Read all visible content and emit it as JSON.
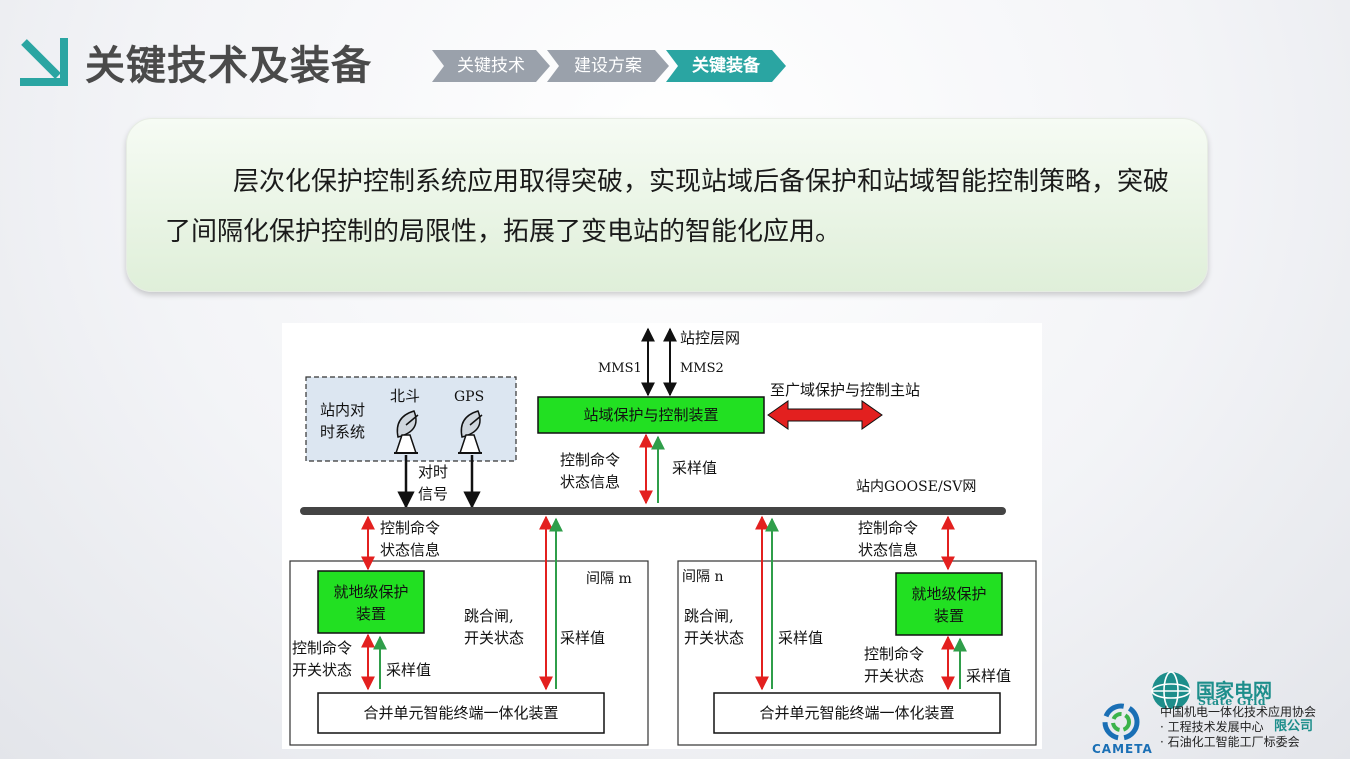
{
  "header": {
    "title": "关键技术及装备",
    "tabs": [
      {
        "label": "关键技术",
        "active": false
      },
      {
        "label": "建设方案",
        "active": false
      },
      {
        "label": "关键装备",
        "active": true
      }
    ]
  },
  "callout": {
    "text": "层次化保护控制系统应用取得突破，实现站域后备保护和站域智能控制策略，突破了间隔化保护控制的局限性，拓展了变电站的智能化应用。"
  },
  "diagram": {
    "station_net": "站控层网",
    "mms1": "MMS1",
    "mms2": "MMS2",
    "timing_system": [
      "站内对",
      "时系统"
    ],
    "beidou": "北斗",
    "gps": "GPS",
    "station_device": "站域保护与控制装置",
    "wide_area": "至广域保护与控制主站",
    "ctrl_cmd": "控制命令",
    "status_info": "状态信息",
    "sample_value": "采样值",
    "timing_signal": [
      "对时",
      "信号"
    ],
    "goose_net": "站内GOOSE/SV网",
    "bay_m": "间隔 m",
    "bay_n": "间隔 n",
    "local_protection": [
      "就地级保护",
      "装置"
    ],
    "trip_close": "跳合闸,",
    "switch_status_comma": "开关状态",
    "switch_status": "开关状态",
    "merging_unit": "合并单元智能终端一体化装置"
  },
  "footer": {
    "sgcc_name": "国家电网",
    "sgcc_en": "State Grid",
    "association": "中国机电一体化技术应用协会",
    "committee1": "· 工程技术发展中心",
    "committee2": "· 石油化工智能工厂标委会",
    "company_suffix": "限公司",
    "cameta": "CAMETA"
  },
  "colors": {
    "accent": "#2aa5a2",
    "tab_inactive": "#9aa1ab",
    "device_green": "#22e022",
    "arrow_red": "#e3201f",
    "arrow_green": "#2f9e4a"
  }
}
